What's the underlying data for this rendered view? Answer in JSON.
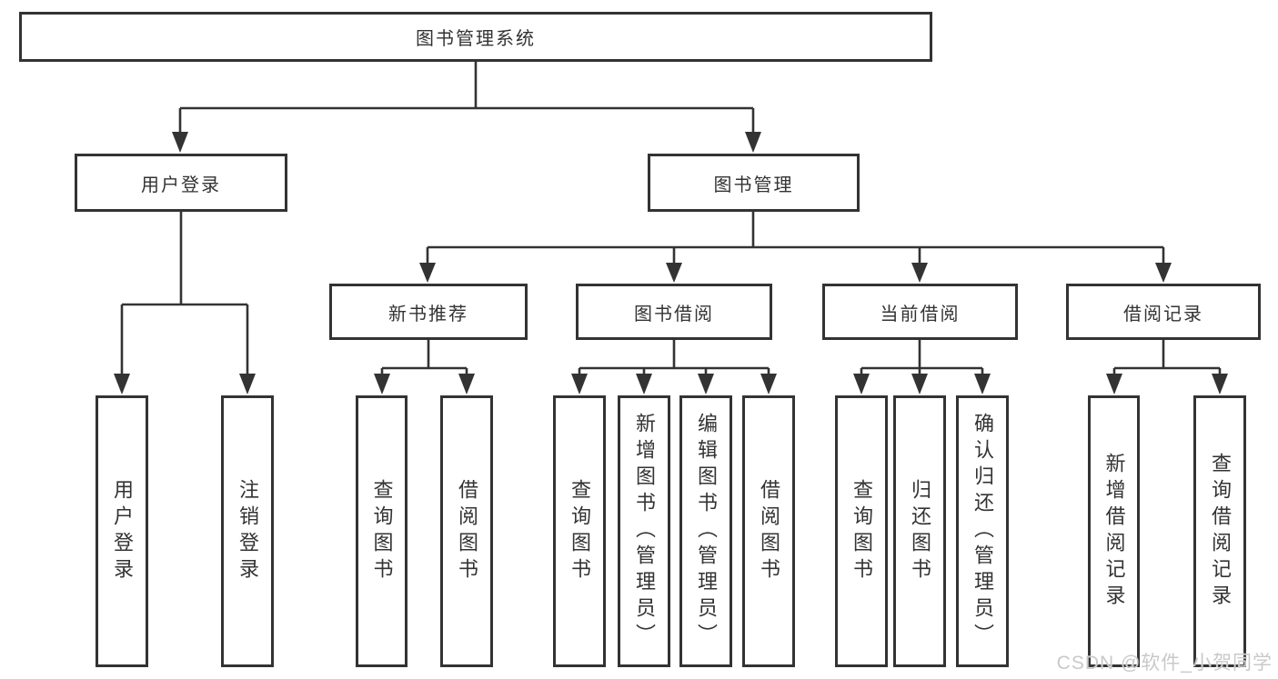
{
  "diagram": {
    "type": "hierarchy-tree",
    "title": "图书管理系统",
    "line_color": "#333333",
    "text_color": "#333333",
    "background_color": "#ffffff",
    "root": {
      "label": "图书管理系统"
    },
    "level2": {
      "user_login": {
        "label": "用户登录"
      },
      "book_management": {
        "label": "图书管理"
      }
    },
    "level3": {
      "new_book_recommend": {
        "label": "新书推荐"
      },
      "book_borrow": {
        "label": "图书借阅"
      },
      "current_borrow": {
        "label": "当前借阅"
      },
      "borrow_record": {
        "label": "借阅记录"
      }
    },
    "leaves": [
      {
        "id": "user-login",
        "label": "用户登录"
      },
      {
        "id": "logout",
        "label": "注销登录"
      },
      {
        "id": "query-books-recommend",
        "label": "查询图书"
      },
      {
        "id": "borrow-books-recommend",
        "label": "借阅图书"
      },
      {
        "id": "query-books-borrow",
        "label": "查询图书"
      },
      {
        "id": "add-book-admin",
        "label": "新增图书（管理员）"
      },
      {
        "id": "edit-book-admin",
        "label": "编辑图书（管理员）"
      },
      {
        "id": "borrow-books-borrow",
        "label": "借阅图书"
      },
      {
        "id": "query-books-current",
        "label": "查询图书"
      },
      {
        "id": "return-book",
        "label": "归还图书"
      },
      {
        "id": "confirm-return-admin",
        "label": "确认归还（管理员）"
      },
      {
        "id": "add-borrow-record",
        "label": "新增借阅记录"
      },
      {
        "id": "query-borrow-record",
        "label": "查询借阅记录"
      }
    ],
    "hierarchy": {
      "图书管理系统": [
        "用户登录",
        "图书管理"
      ],
      "用户登录": [
        "用户登录",
        "注销登录"
      ],
      "图书管理": [
        "新书推荐",
        "图书借阅",
        "当前借阅",
        "借阅记录"
      ],
      "新书推荐": [
        "查询图书",
        "借阅图书"
      ],
      "图书借阅": [
        "查询图书",
        "新增图书（管理员）",
        "编辑图书（管理员）",
        "借阅图书"
      ],
      "当前借阅": [
        "查询图书",
        "归还图书",
        "确认归还（管理员）"
      ],
      "借阅记录": [
        "新增借阅记录",
        "查询借阅记录"
      ]
    },
    "watermark": {
      "text": "CSDN @软件_小贺同学",
      "color": "#c9c9c9"
    }
  }
}
